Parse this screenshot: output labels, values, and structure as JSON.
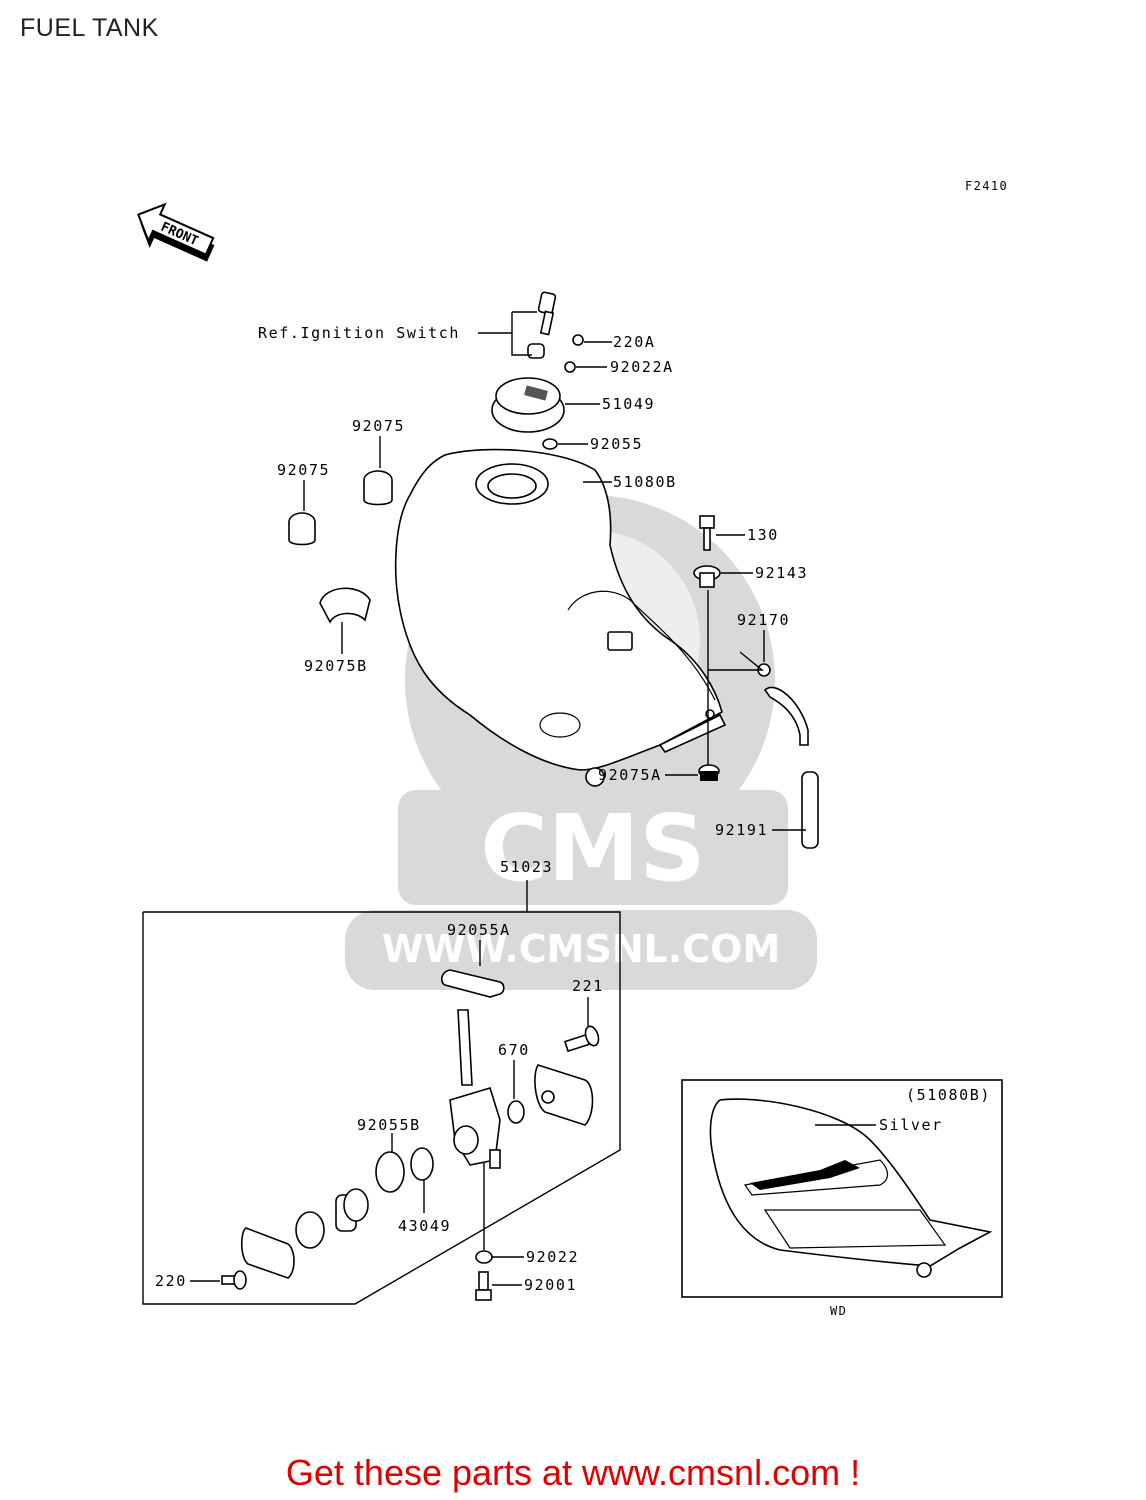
{
  "page": {
    "title": "FUEL TANK",
    "figure_code": "F2410",
    "front_label": "FRONT",
    "reference_label": "Ref.Ignition Switch",
    "promo_text": "Get these parts at www.cmsnl.com !",
    "watermark": {
      "brand": "CMS",
      "url": "WWW.CMSNL.COM"
    }
  },
  "parts": {
    "p220A": "220A",
    "p92022A": "92022A",
    "p51049": "51049",
    "p92055": "92055",
    "p51080B": "51080B",
    "p92075_a": "92075",
    "p92075_b": "92075",
    "p92075B": "92075B",
    "p130": "130",
    "p92143": "92143",
    "p92170": "92170",
    "p92075A": "92075A",
    "p92191": "92191",
    "p51023": "51023",
    "p92055A": "92055A",
    "p221": "221",
    "p670": "670",
    "p92055B": "92055B",
    "p43049": "43049",
    "p92022": "92022",
    "p92001": "92001",
    "p220": "220"
  },
  "inset": {
    "title": "(51080B)",
    "color_label": "Silver",
    "caption": "WD"
  },
  "colors": {
    "promo": "#e00000",
    "watermark": "#d9d9d9",
    "line": "#000000"
  }
}
